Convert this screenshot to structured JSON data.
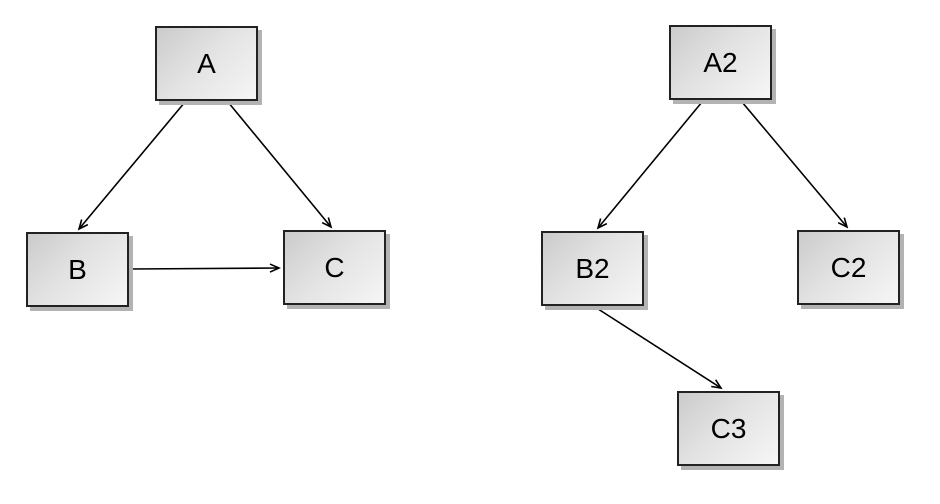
{
  "canvas": {
    "background": "#ffffff"
  },
  "style": {
    "node_fill_start": "#cbcbcb",
    "node_fill_end": "#f6f6f6",
    "node_border": "#222222",
    "node_shadow": "#b3b3b3",
    "edge_color": "#000000",
    "text_color": "#000000"
  },
  "diagrams": [
    {
      "name": "left-graph",
      "nodes": [
        {
          "id": "A",
          "label": "A"
        },
        {
          "id": "B",
          "label": "B"
        },
        {
          "id": "C",
          "label": "C"
        }
      ],
      "edges": [
        {
          "from": "A",
          "to": "B"
        },
        {
          "from": "A",
          "to": "C"
        },
        {
          "from": "B",
          "to": "C"
        }
      ]
    },
    {
      "name": "right-graph",
      "nodes": [
        {
          "id": "A2",
          "label": "A2"
        },
        {
          "id": "B2",
          "label": "B2"
        },
        {
          "id": "C2",
          "label": "C2"
        },
        {
          "id": "C3",
          "label": "C3"
        }
      ],
      "edges": [
        {
          "from": "A2",
          "to": "B2"
        },
        {
          "from": "A2",
          "to": "C2"
        },
        {
          "from": "B2",
          "to": "C3"
        }
      ]
    }
  ]
}
